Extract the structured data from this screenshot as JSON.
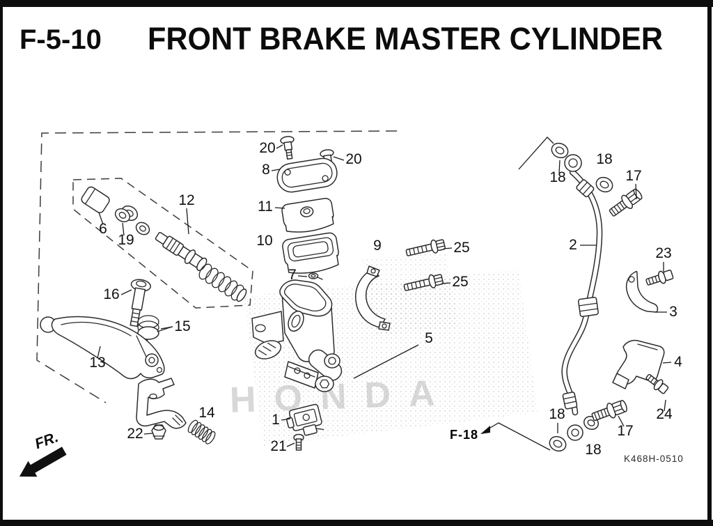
{
  "header": {
    "section_code": "F-5-10",
    "title": "FRONT BRAKE MASTER CYLINDER"
  },
  "diagram": {
    "watermark": "HONDA",
    "drawing_code": "K468H-0510",
    "direction_label": "FR.",
    "page_reference": "F-18",
    "callouts": [
      "20",
      "20",
      "8",
      "11",
      "10",
      "7",
      "9",
      "25",
      "25",
      "5",
      "12",
      "6",
      "19",
      "16",
      "15",
      "13",
      "14",
      "22",
      "1",
      "21",
      "2",
      "18",
      "18",
      "17",
      "23",
      "3",
      "4",
      "24",
      "17",
      "18",
      "18"
    ]
  }
}
